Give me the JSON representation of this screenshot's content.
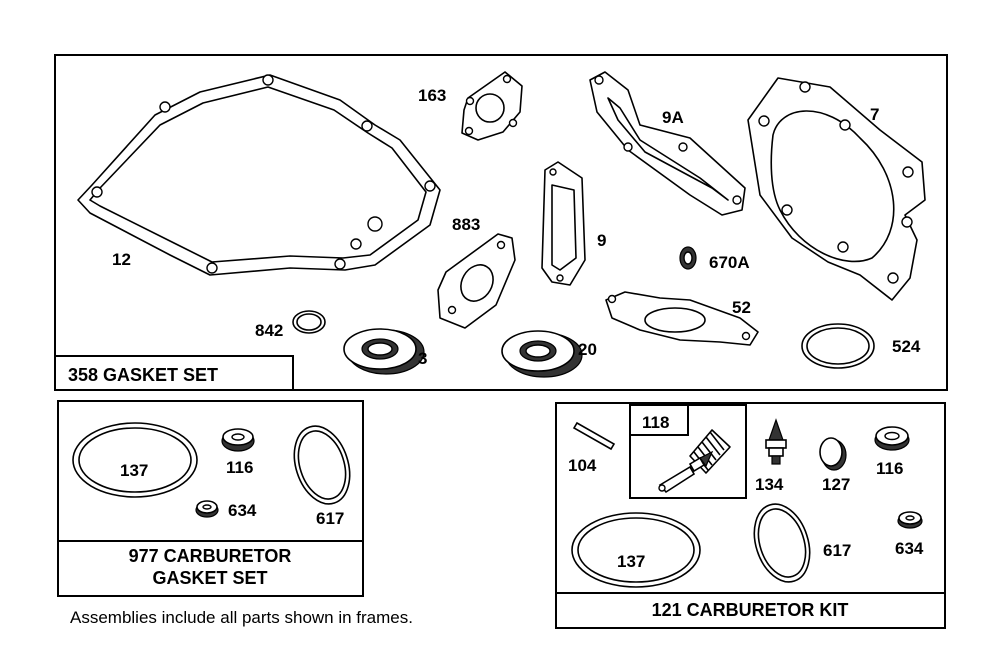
{
  "kits": {
    "gasket_set": {
      "title": "358 GASKET SET"
    },
    "carb_gasket_set": {
      "title_line1": "977 CARBURETOR",
      "title_line2": "GASKET SET"
    },
    "carb_kit": {
      "title": "121 CARBURETOR KIT",
      "subkit": "118"
    }
  },
  "parts": {
    "p12": "12",
    "p163": "163",
    "p9a": "9A",
    "p7": "7",
    "p883": "883",
    "p9": "9",
    "p670a": "670A",
    "p52": "52",
    "p842": "842",
    "p3": "3",
    "p20": "20",
    "p524": "524",
    "p137a": "137",
    "p116a": "116",
    "p617a": "617",
    "p634a": "634",
    "p104": "104",
    "p134": "134",
    "p127": "127",
    "p116b": "116",
    "p137b": "137",
    "p617b": "617",
    "p634b": "634"
  },
  "note": "Assemblies include all parts shown in frames."
}
